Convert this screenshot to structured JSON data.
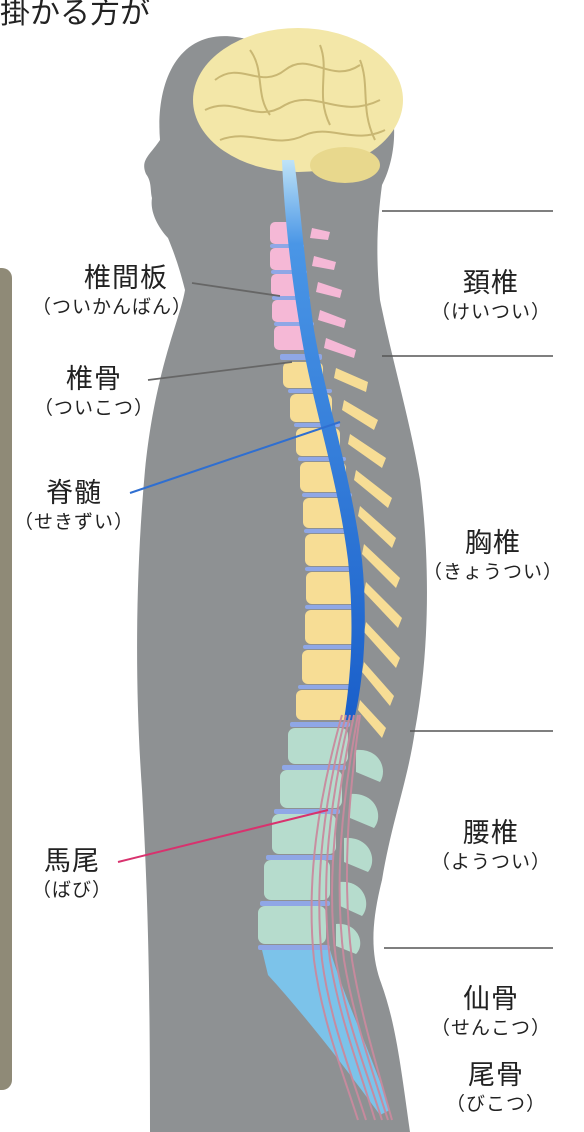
{
  "top_text": "掛かる方が",
  "left_labels": {
    "intervertebral_disc": {
      "name": "椎間板",
      "reading": "（ついかんばん）"
    },
    "vertebra": {
      "name": "椎骨",
      "reading": "（ついこつ）"
    },
    "spinal_cord": {
      "name": "脊髄",
      "reading": "（せきずい）"
    },
    "cauda_equina": {
      "name": "馬尾",
      "reading": "（ばび）"
    }
  },
  "right_labels": {
    "cervical": {
      "name": "頚椎",
      "reading": "（けいつい）"
    },
    "thoracic": {
      "name": "胸椎",
      "reading": "（きょうつい）"
    },
    "lumbar": {
      "name": "腰椎",
      "reading": "（ようつい）"
    },
    "sacrum": {
      "name": "仙骨",
      "reading": "（せんこつ）"
    },
    "coccyx": {
      "name": "尾骨",
      "reading": "（びこつ）"
    }
  },
  "colors": {
    "body": "#8e9193",
    "brain": "#f3e7a8",
    "brain_line": "#c9b773",
    "cervical": "#f5b8d6",
    "thoracic": "#f7dd95",
    "lumbar": "#b6dccd",
    "sacrum": "#7cc3ea",
    "spinal_cord": "#1f6fd6",
    "disc": "#8fa7e6",
    "cauda_equina": "#c98a9e",
    "pointer_gray": "#666666",
    "pointer_blue": "#2f6fd1",
    "pointer_pink": "#d8326e"
  }
}
